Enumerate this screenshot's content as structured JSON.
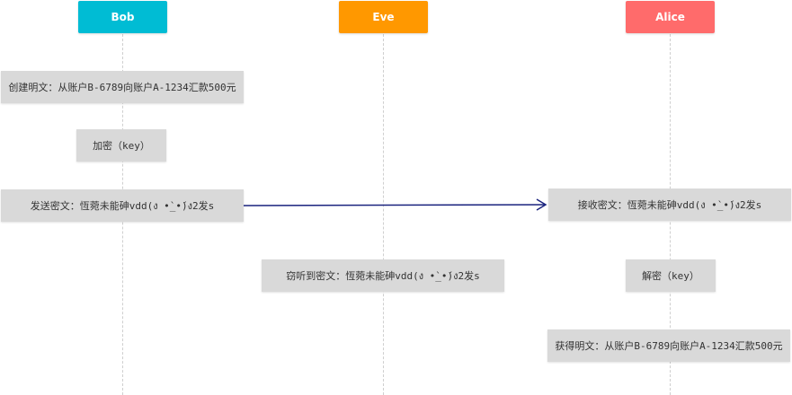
{
  "actors": {
    "bob": {
      "label": "Bob",
      "color": "#00bcd4"
    },
    "eve": {
      "label": "Eve",
      "color": "#ff9800"
    },
    "alice": {
      "label": "Alice",
      "color": "#ff6b6b"
    }
  },
  "notes": {
    "create_plaintext": "创建明文：从账户B-6789向账户A-1234汇款500元",
    "encrypt": "加密（key）",
    "send_ciphertext": "发送密文：恆菀未能砷vdd(ง •̀_•́)ง2发s",
    "receive_ciphertext": "接收密文：恆菀未能砷vdd(ง •̀_•́)ง2发s",
    "eavesdrop_ciphertext": "窃听到密文：恆菀未能砷vdd(ง •̀_•́)ง2发s",
    "decrypt": "解密（key）",
    "get_plaintext": "获得明文：从账户B-6789向账户A-1234汇款500元"
  },
  "colors": {
    "arrow": "#1a237e",
    "note_bg": "#d9d9d9",
    "lifeline": "#cfcfcf"
  }
}
